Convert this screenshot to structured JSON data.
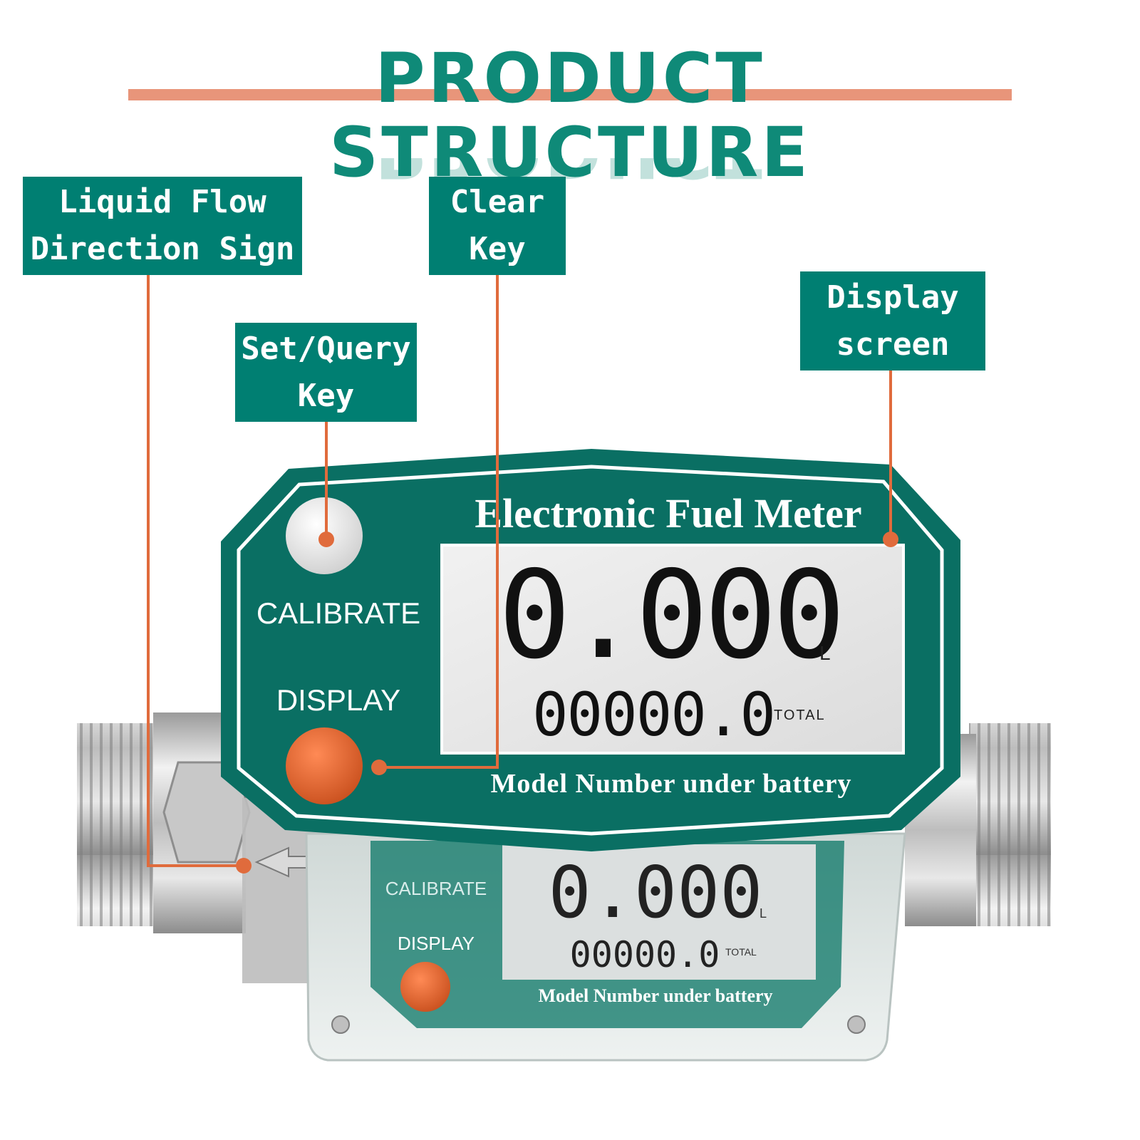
{
  "title": "PRODUCT STRUCTURE",
  "callouts": {
    "flow_direction": {
      "line1": "Liquid Flow",
      "line2": "Direction Sign"
    },
    "clear_key": {
      "line1": "Clear",
      "line2": "Key"
    },
    "set_query_key": {
      "line1": "Set/Query",
      "line2": "Key"
    },
    "display_screen": {
      "line1": "Display",
      "line2": "screen"
    }
  },
  "meter": {
    "brand_text": "Electronic Fuel Meter",
    "button_calibrate": "CALIBRATE",
    "button_display": "DISPLAY",
    "reading": "0.000",
    "reading_unit": "L",
    "total": "00000.0",
    "total_label": "TOTAL",
    "footer": "Model Number under battery"
  },
  "colors": {
    "teal": "#007f72",
    "panel_teal": "#086e63",
    "leader_orange": "#e06b3c",
    "button_orange": "#e0622f",
    "title_bar": "#e8957a"
  }
}
